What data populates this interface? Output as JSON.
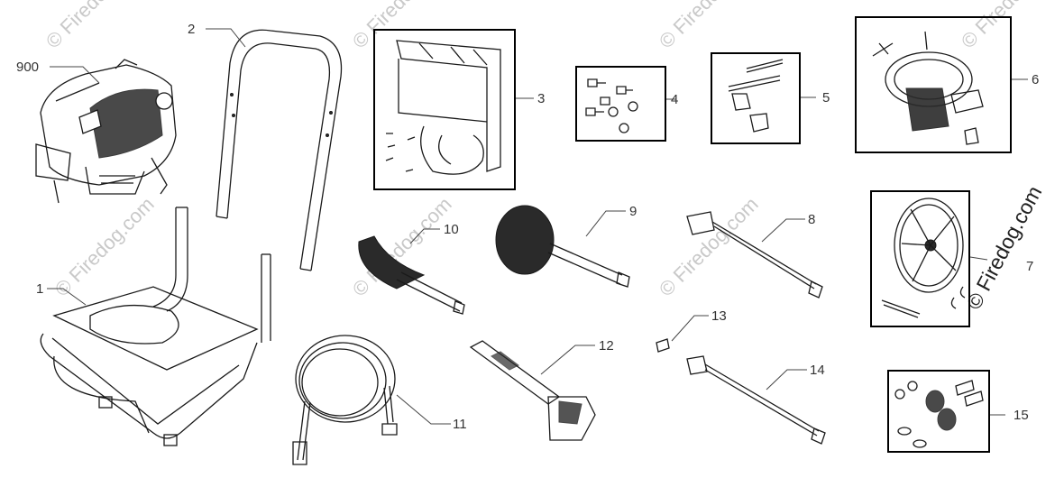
{
  "diagram": {
    "callouts": [
      {
        "id": "900",
        "label": "900"
      },
      {
        "id": "1",
        "label": "1"
      },
      {
        "id": "2",
        "label": "2"
      },
      {
        "id": "3",
        "label": "3"
      },
      {
        "id": "4",
        "label": "4"
      },
      {
        "id": "5",
        "label": "5"
      },
      {
        "id": "6",
        "label": "6"
      },
      {
        "id": "7",
        "label": "7"
      },
      {
        "id": "8",
        "label": "8"
      },
      {
        "id": "9",
        "label": "9"
      },
      {
        "id": "10",
        "label": "10"
      },
      {
        "id": "11",
        "label": "11"
      },
      {
        "id": "12",
        "label": "12"
      },
      {
        "id": "13",
        "label": "13"
      },
      {
        "id": "14",
        "label": "14"
      },
      {
        "id": "15",
        "label": "15"
      }
    ],
    "watermark": {
      "text": "© Firedog.com",
      "strong_text": "© Firedog.com"
    },
    "colors": {
      "line": "#1a1a1a",
      "watermark": "#c9c9c9",
      "box": "#000000"
    }
  }
}
